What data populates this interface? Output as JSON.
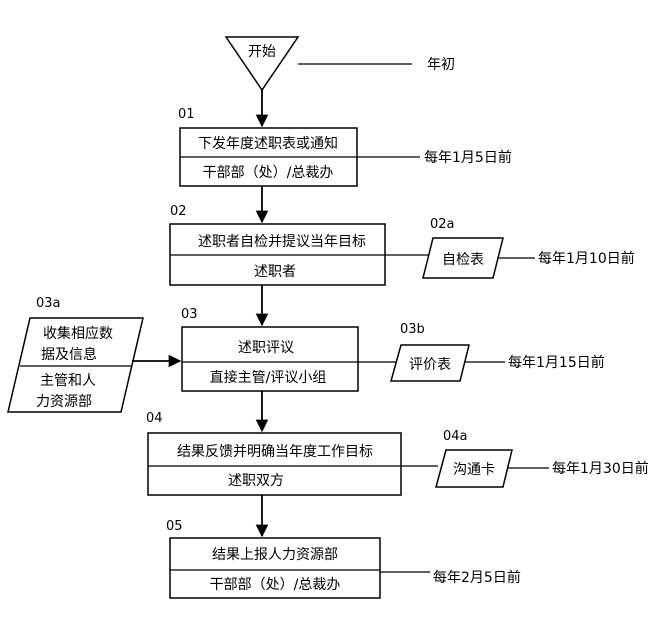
{
  "start": {
    "label": "开始",
    "note": "年初"
  },
  "steps": [
    {
      "id": "01",
      "title": "下发年度述职表或通知",
      "owner": "干部部（处）/总裁办",
      "date": "每年1月5日前"
    },
    {
      "id": "02",
      "title": "述职者自检并提议当年目标",
      "owner": "述职者"
    },
    {
      "id": "03",
      "title": "述职评议",
      "owner": "直接主管/评议小组"
    },
    {
      "id": "04",
      "title": "结果反馈并明确当年度工作目标",
      "owner": "述职双方"
    },
    {
      "id": "05",
      "title": "结果上报人力资源部",
      "owner": "干部部（处）/总裁办",
      "date": "每年2月5日前"
    }
  ],
  "docs": [
    {
      "id": "02a",
      "label": "自检表",
      "date": "每年1月10日前"
    },
    {
      "id": "03b",
      "label": "评价表",
      "date": "每年1月15日前"
    },
    {
      "id": "04a",
      "label": "沟通卡",
      "date": "每年1月30日前"
    }
  ],
  "input": {
    "id": "03a",
    "line1": "收集相应数",
    "line2": "据及信息",
    "owner1": "主管和人",
    "owner2": "力资源部"
  }
}
